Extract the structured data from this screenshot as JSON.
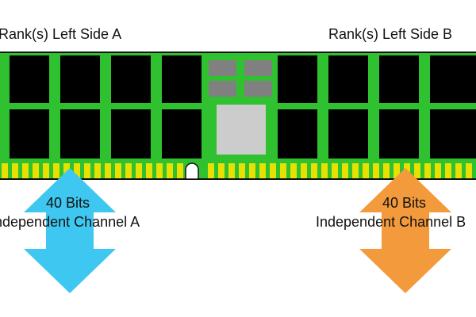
{
  "rank_label_left": "Rank(s) Left Side A",
  "rank_label_right": "Rank(s) Left Side B",
  "channel_a": {
    "bits": "40 Bits",
    "name": "Independent Channel A"
  },
  "channel_b": {
    "bits": "40 Bits",
    "name": "Independent Channel B"
  },
  "colors": {
    "pcb": "#2fc12f",
    "pcb_outline": "#111111",
    "chip": "#000000",
    "contact": "#e8e000",
    "controller_chip": "#808080",
    "controller_large": "#cccccc",
    "arrow_a": "#3ec7f0",
    "arrow_b": "#f39a3c"
  }
}
